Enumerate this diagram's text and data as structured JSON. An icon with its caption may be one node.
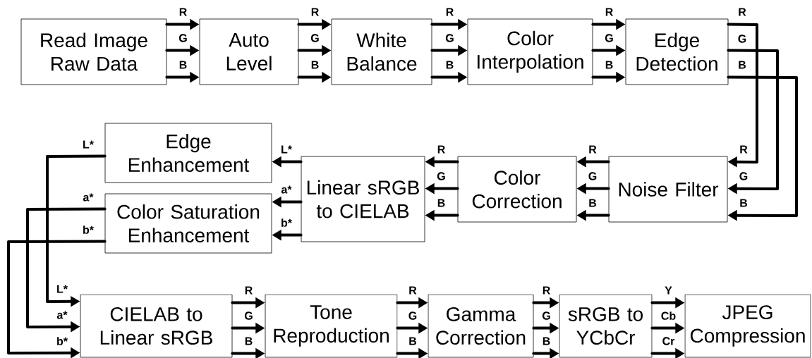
{
  "diagram": {
    "nodes": [
      {
        "text": [
          "Read Image Raw Data"
        ]
      },
      {
        "text": [
          "Auto Level"
        ]
      },
      {
        "text": [
          "White Balance"
        ]
      },
      {
        "text": [
          "Color Interpolation"
        ]
      },
      {
        "text": [
          "Edge Detection"
        ]
      },
      {
        "text": [
          "Noise Filter"
        ]
      },
      {
        "text": [
          "Color Correction"
        ]
      },
      {
        "text": [
          "Linear sRGB to CIELAB"
        ]
      },
      {
        "text": [
          "Edge Enhancement"
        ]
      },
      {
        "text": [
          "Color Saturation Enhancement"
        ]
      },
      {
        "text": [
          "CIELAB to Linear sRGB"
        ]
      },
      {
        "text": [
          "Tone Reproduction"
        ]
      },
      {
        "text": [
          "Gamma Correction"
        ]
      },
      {
        "text": [
          "sRGB to YCbCr"
        ]
      },
      {
        "text": [
          "JPEG Compression"
        ]
      }
    ],
    "edges": [
      {
        "from": 0,
        "to": 1,
        "arrow": "to",
        "label": "R"
      },
      {
        "from": 0,
        "to": 1,
        "arrow": "to",
        "label": "G"
      },
      {
        "from": 0,
        "to": 1,
        "arrow": "to",
        "label": "B"
      },
      {
        "from": 1,
        "to": 2,
        "arrow": "to",
        "label": "R"
      },
      {
        "from": 1,
        "to": 2,
        "arrow": "to",
        "label": "G"
      },
      {
        "from": 1,
        "to": 2,
        "arrow": "to",
        "label": "B"
      },
      {
        "from": 2,
        "to": 3,
        "arrow": "to",
        "label": "R"
      },
      {
        "from": 2,
        "to": 3,
        "arrow": "to",
        "label": "G"
      },
      {
        "from": 2,
        "to": 3,
        "arrow": "to",
        "label": "B"
      },
      {
        "from": 3,
        "to": 4,
        "arrow": "to",
        "label": "R"
      },
      {
        "from": 3,
        "to": 4,
        "arrow": "to",
        "label": "G"
      },
      {
        "from": 3,
        "to": 4,
        "arrow": "to",
        "label": "B"
      },
      {
        "from": 4,
        "to": 5,
        "arrow": "to",
        "label": "R"
      },
      {
        "from": 4,
        "to": 5,
        "arrow": "to",
        "label": "G"
      },
      {
        "from": 4,
        "to": 5,
        "arrow": "to",
        "label": "B"
      },
      {
        "from": 5,
        "to": 6,
        "arrow": "to",
        "label": "R"
      },
      {
        "from": 5,
        "to": 6,
        "arrow": "to",
        "label": "G"
      },
      {
        "from": 5,
        "to": 6,
        "arrow": "to",
        "label": "B"
      },
      {
        "from": 6,
        "to": 7,
        "arrow": "to",
        "label": "R"
      },
      {
        "from": 6,
        "to": 7,
        "arrow": "to",
        "label": "G"
      },
      {
        "from": 6,
        "to": 7,
        "arrow": "to",
        "label": "B"
      },
      {
        "from": 7,
        "to": 8,
        "arrow": "to",
        "label": "L*"
      },
      {
        "from": 7,
        "to": 9,
        "arrow": "to",
        "label": "a*"
      },
      {
        "from": 7,
        "to": 9,
        "arrow": "to",
        "label": "b*"
      },
      {
        "from": 8,
        "to": 10,
        "arrow": "to",
        "label": "L*"
      },
      {
        "from": 9,
        "to": 10,
        "arrow": "to",
        "label": "a*"
      },
      {
        "from": 9,
        "to": 10,
        "arrow": "to",
        "label": "b*"
      },
      {
        "from": 10,
        "to": 11,
        "arrow": "to",
        "label": "R"
      },
      {
        "from": 10,
        "to": 11,
        "arrow": "to",
        "label": "G"
      },
      {
        "from": 10,
        "to": 11,
        "arrow": "to",
        "label": "B"
      },
      {
        "from": 11,
        "to": 12,
        "arrow": "to",
        "label": "R"
      },
      {
        "from": 11,
        "to": 12,
        "arrow": "to",
        "label": "G"
      },
      {
        "from": 11,
        "to": 12,
        "arrow": "to",
        "label": "B"
      },
      {
        "from": 12,
        "to": 13,
        "arrow": "to",
        "label": "R"
      },
      {
        "from": 12,
        "to": 13,
        "arrow": "to",
        "label": "G"
      },
      {
        "from": 12,
        "to": 13,
        "arrow": "to",
        "label": "B"
      },
      {
        "from": 13,
        "to": 14,
        "arrow": "to",
        "label": "Y"
      },
      {
        "from": 13,
        "to": 14,
        "arrow": "to",
        "label": "Cb"
      },
      {
        "from": 13,
        "to": 14,
        "arrow": "to",
        "label": "Cr"
      }
    ],
    "labels": [
      "R",
      "G",
      "B",
      "L*",
      "a*",
      "b*"
    ]
  }
}
